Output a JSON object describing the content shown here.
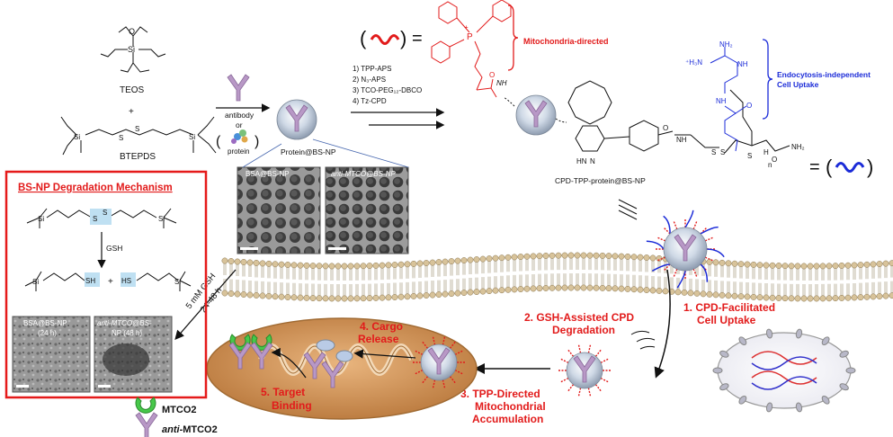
{
  "reagents": {
    "teos": "TEOS",
    "plus": "+",
    "btepds": "BTEPDS"
  },
  "first_step": {
    "antibody": "antibody",
    "or": "or",
    "protein": "protein",
    "product": "Protein@BS-NP"
  },
  "conditions": [
    "1) TPP-APS",
    "2) N₃-APS",
    "3) TCO-PEG₁₂-DBCO",
    "4) Tz-CPD"
  ],
  "tpp": {
    "label": "Mitochondria-directed",
    "charge": "+",
    "phosphorus": "P",
    "nh": "NH",
    "oxygen": "O"
  },
  "guanidine": {
    "label_line1": "Endocytosis-independent",
    "label_line2": "Cell Uptake",
    "h3n": "⁺H₃N",
    "nh": "NH",
    "nh2": "NH₂",
    "oxygen": "O"
  },
  "cpd": {
    "product": "CPD-TPP-protein@BS-NP",
    "n": "n",
    "nh": "NH",
    "h": "H",
    "nh2": "NH₂",
    "s": "S",
    "o": "O",
    "n_atom": "N"
  },
  "legend_eq": "=",
  "tem": [
    {
      "label": "BSA@BS-NP"
    },
    {
      "label": "anti-MTCO@BS-NP"
    }
  ],
  "degradation": {
    "title": "BS-NP Degradation Mechanism",
    "reagent": "GSH",
    "si": "Si",
    "s": "S",
    "sh": "SH",
    "hs": "HS",
    "plus": "+",
    "tem_left": "BSA@BS-NP",
    "tem_left_time": "(24 h)",
    "tem_right": "anti-MTCO@BS-NP (48 h)"
  },
  "arrow_condition": {
    "line1": "5 mM GSH",
    "line2": "24-48 h"
  },
  "steps": {
    "s1_line1": "1. CPD-Facilitated",
    "s1_line2": "Cell Uptake",
    "s2_line1": "2. GSH-Assisted CPD",
    "s2_line2": "Degradation",
    "s3_line1": "3. TPP-Directed",
    "s3_line2": "Mitochondrial",
    "s3_line3": "Accumulation",
    "s4_line1": "4. Cargo",
    "s4_line2": "Release",
    "s5_line1": "5. Target",
    "s5_line2": "Binding"
  },
  "legend": {
    "mtco2": "MTCO2",
    "anti_prefix": "anti",
    "anti_suffix": "-MTCO2"
  },
  "colors": {
    "red": "#e21b1b",
    "blue": "#1b2bd8",
    "mito": "#c98c50",
    "membrane": "#d8c39a"
  }
}
